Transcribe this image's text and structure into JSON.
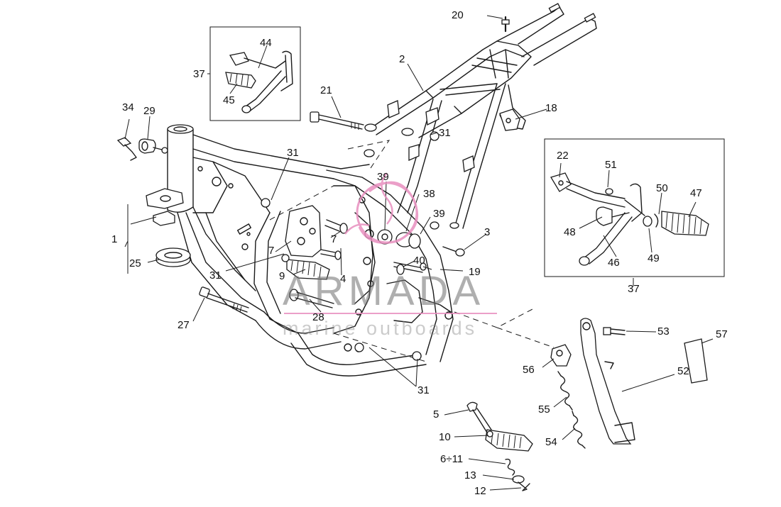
{
  "watermark": {
    "brand": "ARMADA",
    "tagline": "marine outboards",
    "accent_color": "#e88fbf"
  },
  "callouts": {
    "c1": "1",
    "c2": "2",
    "c3": "3",
    "c4": "4",
    "c5": "5",
    "c6_11": "6÷11",
    "c7a": "7",
    "c7b": "7",
    "c9": "9",
    "c10": "10",
    "c12": "12",
    "c13": "13",
    "c18": "18",
    "c19": "19",
    "c20": "20",
    "c21": "21",
    "c22": "22",
    "c25": "25",
    "c27": "27",
    "c28": "28",
    "c29": "29",
    "c31a": "31",
    "c31b": "31",
    "c31c": "31",
    "c31d": "31",
    "c34": "34",
    "c37a": "37",
    "c37b": "37",
    "c38": "38",
    "c39a": "39",
    "c39b": "39",
    "c40": "40",
    "c44": "44",
    "c45": "45",
    "c46": "46",
    "c47": "47",
    "c48": "48",
    "c49": "49",
    "c50": "50",
    "c51": "51",
    "c52": "52",
    "c53": "53",
    "c54": "54",
    "c55": "55",
    "c56": "56",
    "c57": "57"
  }
}
